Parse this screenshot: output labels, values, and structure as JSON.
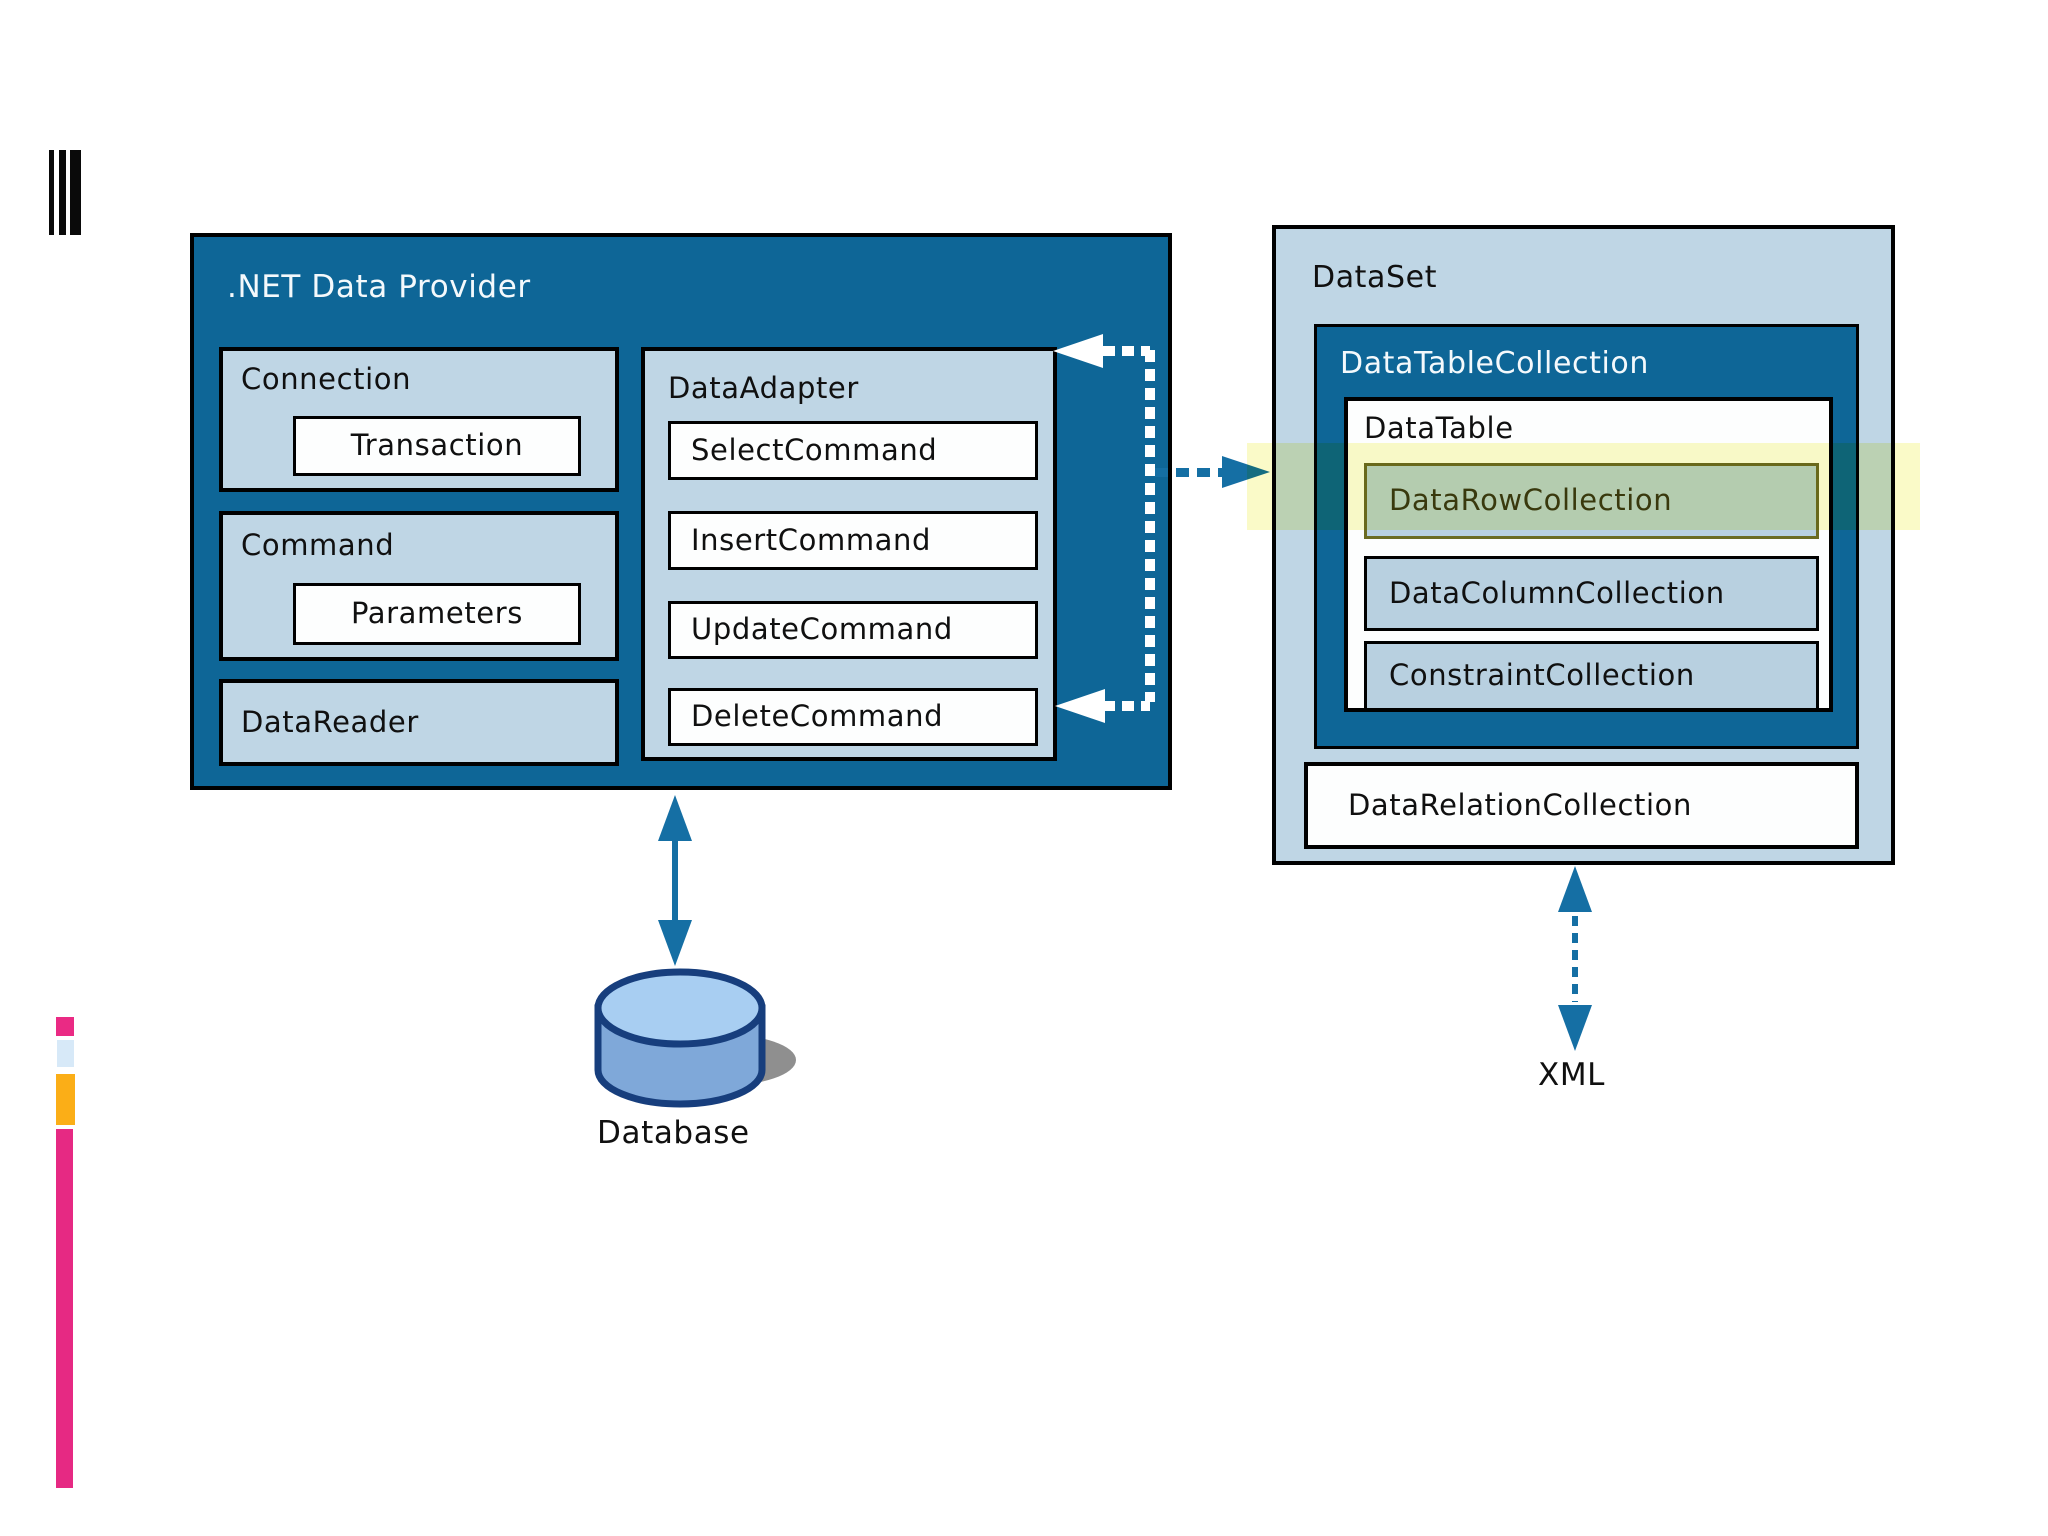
{
  "provider": {
    "title": ".NET Data Provider",
    "connection": {
      "label": "Connection",
      "transaction": "Transaction"
    },
    "command": {
      "label": "Command",
      "parameters": "Parameters"
    },
    "datareader": {
      "label": "DataReader"
    },
    "adapter": {
      "label": "DataAdapter",
      "commands": [
        "SelectCommand",
        "InsertCommand",
        "UpdateCommand",
        "DeleteCommand"
      ]
    }
  },
  "dataset": {
    "title": "DataSet",
    "table_collection": {
      "label": "DataTableCollection",
      "table": {
        "label": "DataTable",
        "row_collection": "DataRowCollection",
        "column_collection": "DataColumnCollection",
        "constraint_collection": "ConstraintCollection"
      }
    },
    "relation_collection": "DataRelationCollection"
  },
  "database_label": "Database",
  "xml_label": "XML",
  "highlight": {
    "target": "DataRowCollection",
    "color": "#FAFAC8"
  },
  "colors": {
    "provider_bg": "#0E6697",
    "panel_light_blue": "#BFD6E5",
    "inner_light_blue": "#B8D0E0",
    "arrow_blue": "#156FA4",
    "cylinder_top": "#A8CEF2",
    "cylinder_body": "#7FA8D9",
    "cylinder_outline": "#173E7D",
    "shadow_gray": "#8F8F8F",
    "accent_magenta": "#E62983",
    "accent_orange": "#FBAE17",
    "accent_light_blue": "#D7E9F8",
    "logo_black": "#0A0A0A"
  }
}
